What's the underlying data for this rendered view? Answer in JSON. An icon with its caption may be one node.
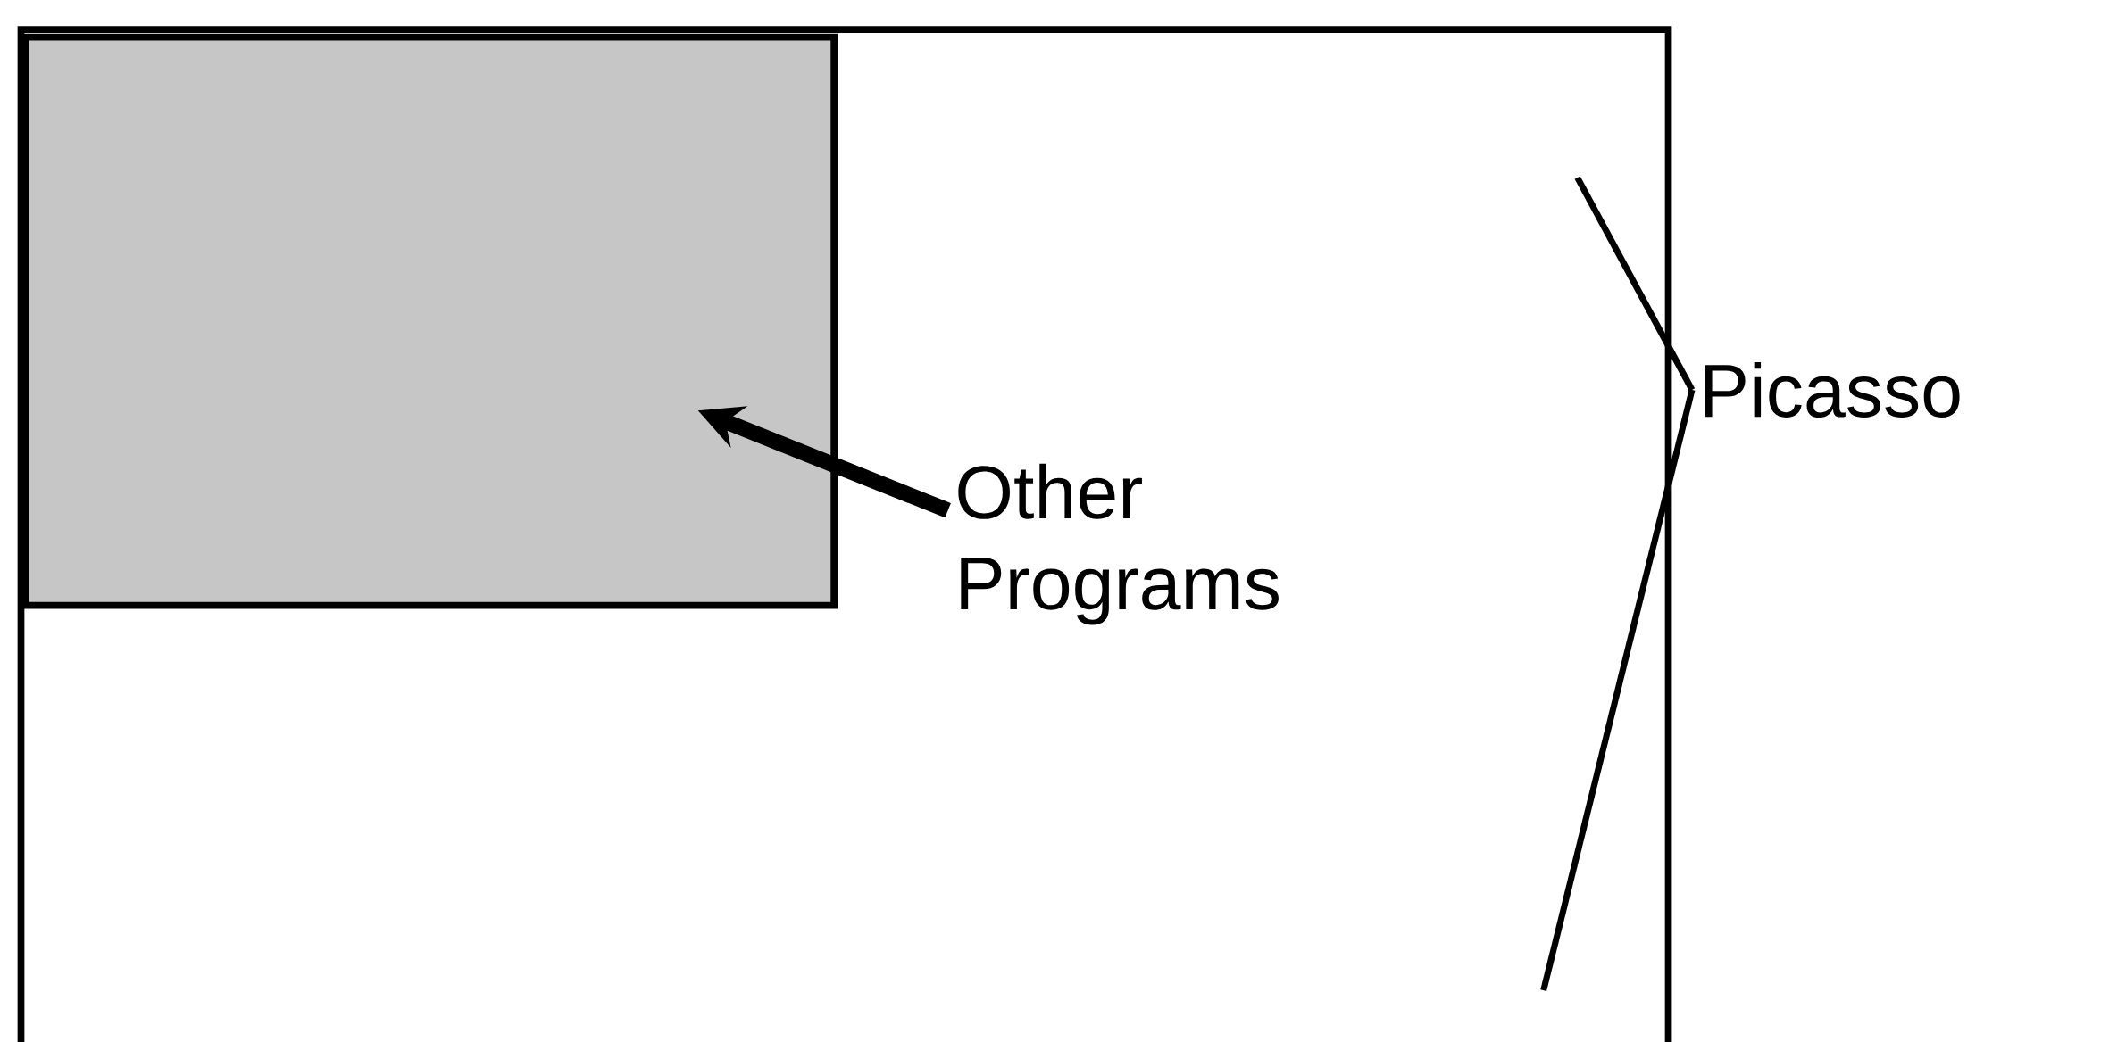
{
  "diagram": {
    "nodes": [
      {
        "text": [],
        "shape": "box"
      },
      {
        "text": [],
        "shape": "box",
        "in": 0
      },
      {
        "text": [
          "Other Programs"
        ],
        "in": 0
      },
      {
        "text": [
          "Picasso"
        ]
      }
    ],
    "edges": [
      {
        "from": 2,
        "to": 1,
        "arrow": "to",
        "style": "thick"
      },
      {
        "from": 3,
        "to": 0,
        "arrow": "none"
      },
      {
        "from": 3,
        "to": 0,
        "arrow": "none"
      }
    ]
  }
}
